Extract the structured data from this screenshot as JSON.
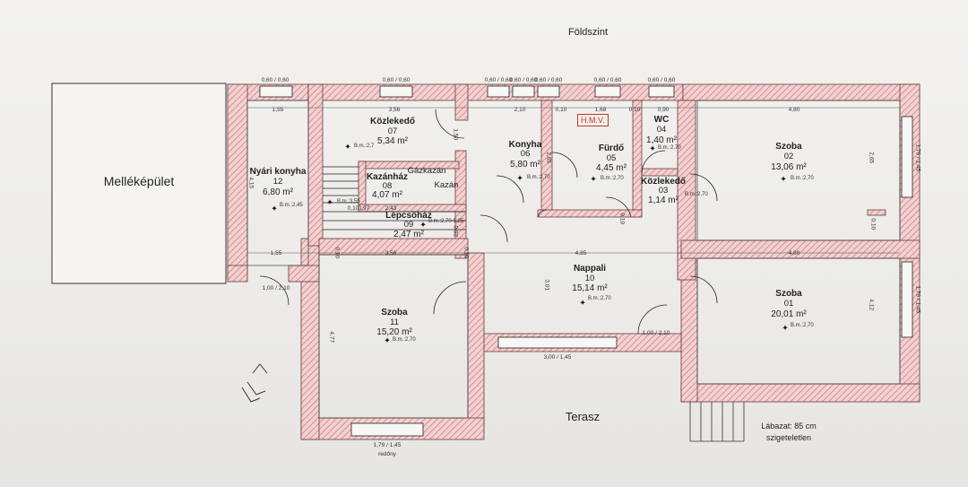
{
  "title": "Földszint",
  "annex": "Melléképület",
  "terrace": "Terasz",
  "hmv": "H.M.V.",
  "plinth_note": [
    "Lábazat: 85 cm",
    "szigeteletlen"
  ],
  "rooms": [
    {
      "id": "nyari-konyha",
      "name": "Nyári konyha",
      "number": "12",
      "area": "6,80 m²",
      "bm": "B.m.:2,45"
    },
    {
      "id": "kozlekedo-07",
      "name": "Közlekedő",
      "number": "07",
      "area": "5,34 m²",
      "bm": "B.m.:2,7"
    },
    {
      "id": "kazanhaz",
      "name": "Kazánház",
      "number": "08",
      "area": "4,07 m²",
      "bm": "B.m.:3,55"
    },
    {
      "id": "lepcsohaz",
      "name": "Lépcsőház",
      "number": "09",
      "area": "2,47 m²",
      "bm": "B.m.:2,70-5,25"
    },
    {
      "id": "konyha",
      "name": "Konyha",
      "number": "06",
      "area": "5,80 m²",
      "bm": "B.m.:2,70"
    },
    {
      "id": "furdo",
      "name": "Fürdő",
      "number": "05",
      "area": "4,45 m²",
      "bm": "B.m.:2,70"
    },
    {
      "id": "wc",
      "name": "WC",
      "number": "04",
      "area": "1,40 m²",
      "bm": "B.m.:2,70"
    },
    {
      "id": "kozlekedo-03",
      "name": "Közlekedő",
      "number": "03",
      "area": "1,14 m²",
      "bm": "B.m.:2,70"
    },
    {
      "id": "szoba-02",
      "name": "Szoba",
      "number": "02",
      "area": "13,06 m²",
      "bm": "B.m.:2,70"
    },
    {
      "id": "nappali",
      "name": "Nappali",
      "number": "10",
      "area": "15,14 m²",
      "bm": "B.m.:2,70"
    },
    {
      "id": "szoba-01",
      "name": "Szoba",
      "number": "01",
      "area": "20,01 m²",
      "bm": "B.m.:2,70"
    },
    {
      "id": "szoba-11",
      "name": "Szoba",
      "number": "11",
      "area": "15,20 m²",
      "bm": "B.m.:2,70"
    }
  ],
  "equipment": {
    "gazkazan": "Gázkazán",
    "kazan": "Kazán"
  },
  "openings": {
    "win_top_1": "0,60 / 0,60",
    "win_top_2": "0,60 / 0,60",
    "win_top_3": "0,60 / 0,60",
    "win_top_4": "0,60 / 0,60",
    "win_top_5": "0,60 / 0,60",
    "win_top_6": "0,60 / 0,60",
    "win_top_7": "0,60 / 0,60",
    "door_ext_left": "1,00 / 2,10",
    "door_ext_terrace": "1,00 / 2,10",
    "win_living": "3,00 / 1,45",
    "win_bottom": "1,79 / 1,45",
    "win_right_1": "1,79 / 1,45",
    "win_right_2": "1,79 / 1,45",
    "redony": "redőny"
  },
  "dims": {
    "d_155_top": "1,55",
    "d_356_top": "3,56",
    "d_210": "2,10",
    "d_010a": "0,10",
    "d_168": "1,68",
    "d_010b": "0,10",
    "d_090": "0,90",
    "d_480_top": "4,80",
    "d_155_mid": "1,55",
    "d_356_mid": "3,56",
    "d_485": "4,85",
    "d_480_mid": "4,80",
    "d_243": "2,43",
    "d_097": "0,97",
    "d_010c": "0,10",
    "d_150": "1,50",
    "d_265a": "2,65",
    "d_265b": "2,65",
    "d_301": "3,01",
    "d_412": "4,12",
    "d_415": "4,15",
    "d_477": "4,77",
    "d_010v1": "0,10",
    "d_010v2": "0,10",
    "d_010v3": "0,10",
    "d_010v4": "0,10",
    "d_092": "0,92"
  }
}
